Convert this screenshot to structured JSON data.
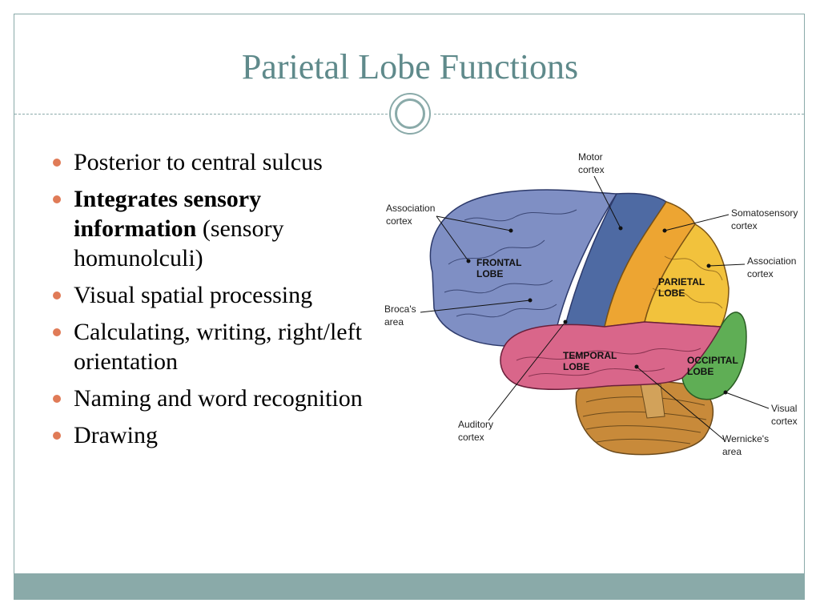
{
  "title": "Parietal Lobe Functions",
  "bullets": [
    {
      "bold": "",
      "text": "Posterior to central sulcus"
    },
    {
      "bold": "Integrates sensory information",
      "text": " (sensory homunolculi)"
    },
    {
      "bold": "",
      "text": "Visual spatial processing"
    },
    {
      "bold": "",
      "text": "Calculating, writing, right/left orientation"
    },
    {
      "bold": "",
      "text": "Naming and word recognition"
    },
    {
      "bold": "",
      "text": "Drawing"
    }
  ],
  "diagram": {
    "labels": {
      "motor_1": "Motor",
      "motor_2": "cortex",
      "assoc_left_1": "Association",
      "assoc_left_2": "cortex",
      "soma_1": "Somatosensory",
      "soma_2": "cortex",
      "assoc_right_1": "Association",
      "assoc_right_2": "cortex",
      "broca_1": "Broca's",
      "broca_2": "area",
      "visual_1": "Visual",
      "visual_2": "cortex",
      "auditory_1": "Auditory",
      "auditory_2": "cortex",
      "wernicke_1": "Wernicke's",
      "wernicke_2": "area"
    },
    "lobes": {
      "frontal_1": "FRONTAL",
      "frontal_2": "LOBE",
      "parietal_1": "PARIETAL",
      "parietal_2": "LOBE",
      "temporal_1": "TEMPORAL",
      "temporal_2": "LOBE",
      "occipital_1": "OCCIPITAL",
      "occipital_2": "LOBE"
    }
  },
  "colors": {
    "accent": "#8aaaa9",
    "title": "#5f8a8b",
    "bullet": "#e07b57",
    "frontal": "#7f8fc4",
    "motor": "#4e6aa3",
    "parietal": "#f2c23c",
    "somatosensory": "#eda532",
    "temporal": "#d9668a",
    "occipital": "#5fae55",
    "cerebellum": "#c88a3a"
  }
}
